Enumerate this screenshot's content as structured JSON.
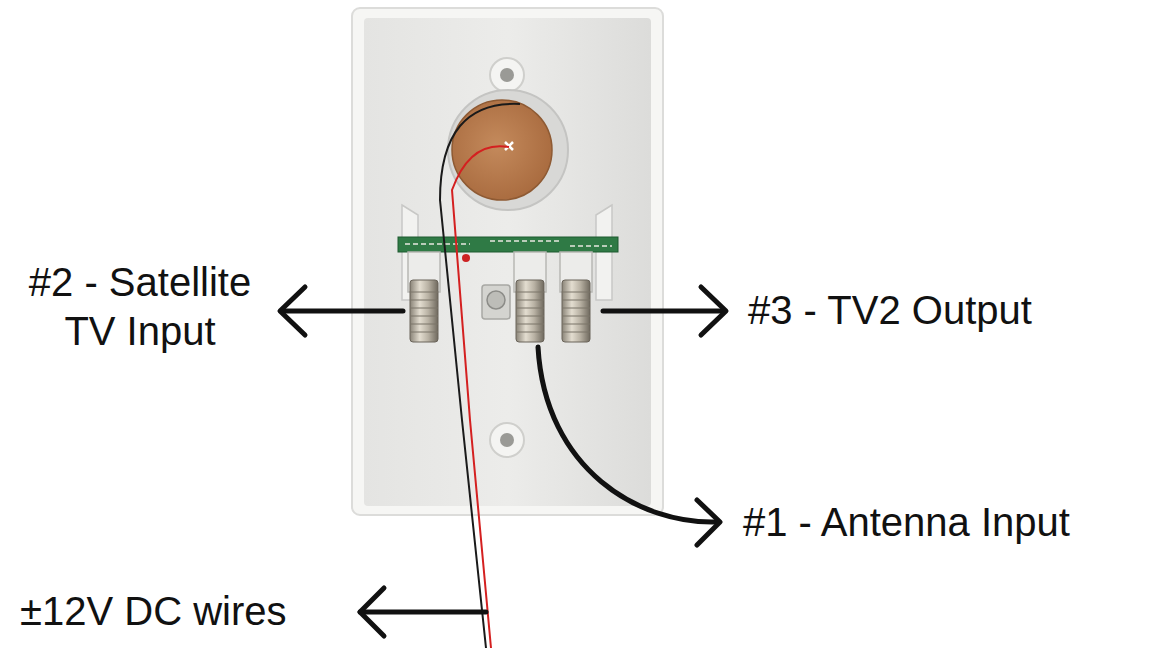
{
  "diagram": {
    "labels": [
      "#2 - Satellite TV Input",
      "#3 - TV2 Output",
      "#1 - Antenna Input",
      "±12V DC wires"
    ]
  }
}
